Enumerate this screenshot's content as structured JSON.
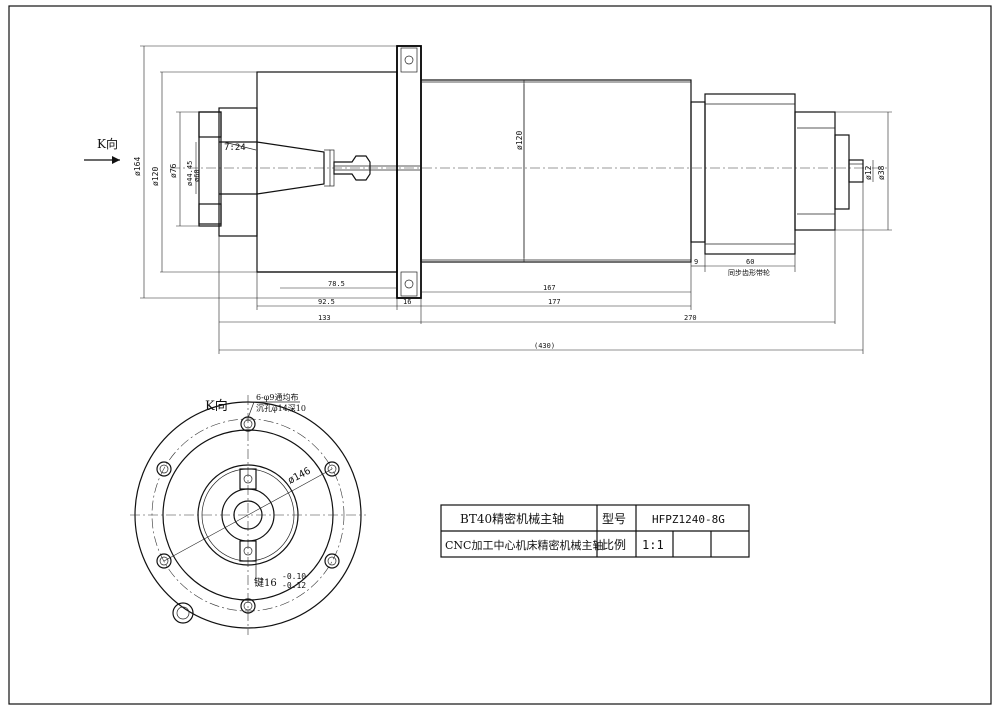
{
  "front_view": {
    "view_arrow_label": "K向",
    "taper_label": "7:24",
    "diameters": {
      "d164": "ø164",
      "d120_flange": "ø120",
      "d76": "ø76",
      "d44": "ø44.45",
      "d60": "ø60",
      "d120_body": "ø120",
      "d12": "ø12",
      "d38": "ø38"
    },
    "lengths": {
      "l78": "78.5",
      "l92": "92.5",
      "l16": "16",
      "l167": "167",
      "l177": "177",
      "l9": "9",
      "l60": "60",
      "l133": "133",
      "l270": "270",
      "l430": "(430)"
    },
    "pulley_note": "同步齿形带轮"
  },
  "k_view": {
    "title": "K向",
    "note_line1": "6-φ9通均布",
    "note_line2": "沉孔φ14深10",
    "pcd_label": "ø146",
    "key_label": "键16",
    "tol_upper": "-0.10",
    "tol_lower": "-0.12"
  },
  "title_block": {
    "name1": "BT40精密机械主轴",
    "name2": "CNC加工中心机床精密机械主轴",
    "model_label": "型号",
    "model_value": "HFPZ1240-8G",
    "scale_label": "比例",
    "scale_value": "1:1"
  }
}
